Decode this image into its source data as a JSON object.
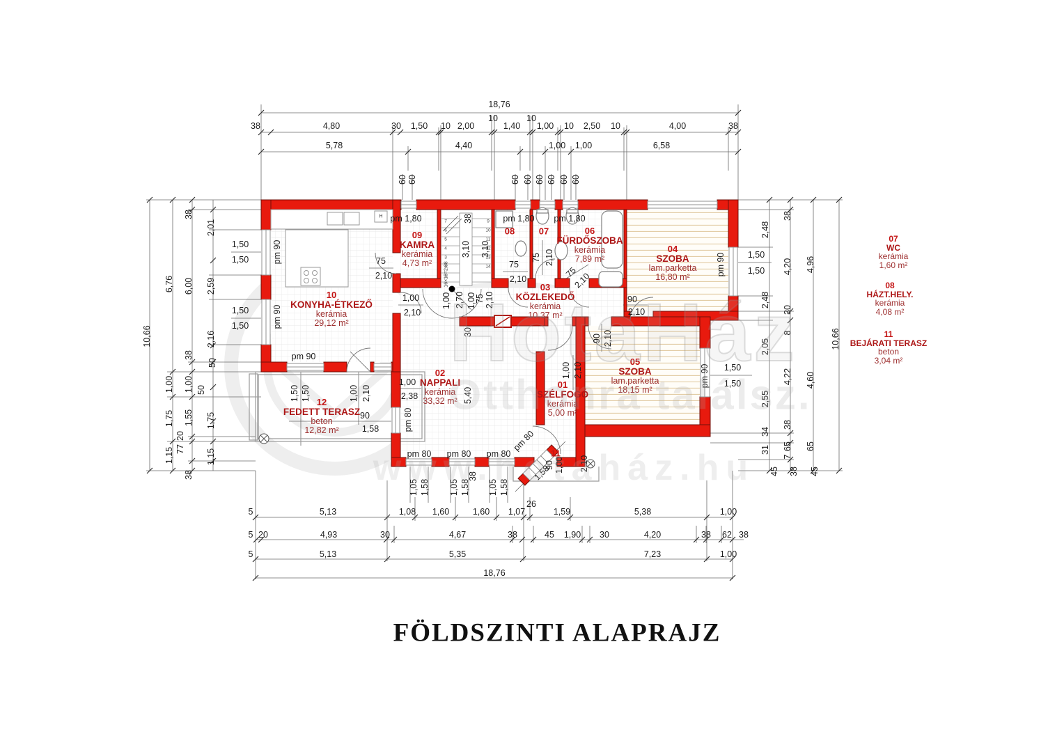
{
  "title": "FÖLDSZINTI  ALAPRAJZ",
  "watermark": {
    "brand": "HotaHáz",
    "slogan": "Otthonra találsz.",
    "url": "www.hotaház.hu"
  },
  "strings": {
    "pm90": "pm 90",
    "pm180": "pm 1,80",
    "pm80": "pm 80",
    "d60": "60",
    "d75": "75",
    "d90": "90",
    "d100": "1,00",
    "d105": "1,05",
    "d150": "1,50",
    "d158": "1,58",
    "d210": "2,10",
    "d238": "2,38",
    "d270": "2,70",
    "d30": "30",
    "d38": "38",
    "d310": "3,10",
    "d540": "5,40",
    "stair": "16×18=2,88",
    "hood": "H"
  },
  "dims": {
    "top": {
      "total": "18,76",
      "row2": [
        "38",
        "4,80",
        "30",
        "1,50",
        "10",
        "2,00",
        "10",
        "1,40",
        "10",
        "1,00",
        "10",
        "2,50",
        "10",
        "4,00",
        "38"
      ],
      "row3": [
        "5,78",
        "4,40",
        "1,00",
        "1,00",
        "6,58"
      ]
    },
    "bottom": {
      "r1": [
        "5",
        "5,13",
        "1,08",
        "1,60",
        "1,60",
        "1,07",
        "1,59",
        "5,38",
        "1,00"
      ],
      "r26": "26",
      "r2": [
        "5",
        "20",
        "4,93",
        "30",
        "4,67",
        "38",
        "45",
        "1,90",
        "30",
        "4,20",
        "38",
        "62",
        "38"
      ],
      "r3": [
        "5",
        "5,13",
        "5,35",
        "7,23",
        "1,00"
      ],
      "total": "18,76"
    },
    "left": {
      "c1": "10,66",
      "c2": [
        "6,76",
        "1,00",
        "1,75",
        "1,15"
      ],
      "c3": [
        "38",
        "6,00",
        "38",
        "1,00",
        "1,55",
        "20",
        "77",
        "38"
      ],
      "c4": [
        "2,01",
        "2,59",
        "2,16",
        "50",
        "50",
        "1,75",
        "1,15"
      ]
    },
    "right": {
      "c1": [
        "2,48",
        "2,48",
        "2,05",
        "2,55",
        "34",
        "31",
        "45"
      ],
      "c2": [
        "38",
        "4,20",
        "30",
        "8",
        "4,22",
        "38",
        "65",
        "7",
        "38"
      ],
      "c3": [
        "4,96",
        "4,60",
        "65",
        "45"
      ],
      "c4": "10,66"
    }
  },
  "rooms": {
    "r10": {
      "num": "10",
      "name": "KONYHA-ÉTKEZŐ",
      "mat": "kerámia",
      "area": "29,12 m²"
    },
    "r09": {
      "num": "09",
      "name": "KAMRA",
      "mat": "kerámia",
      "area": "4,73 m²"
    },
    "r06": {
      "num": "06",
      "name": "FÜRDŐSZOBA",
      "mat": "kerámia",
      "area": "7,89 m²"
    },
    "r04": {
      "num": "04",
      "name": "SZOBA",
      "mat": "lam.parketta",
      "area": "16,80 m²"
    },
    "r03": {
      "num": "03",
      "name": "KÖZLEKEDŐ",
      "mat": "kerámia",
      "area": "10,37 m²"
    },
    "r02": {
      "num": "02",
      "name": "NAPPALI",
      "mat": "kerámia",
      "area": "33,32 m²"
    },
    "r01": {
      "num": "01",
      "name": "SZÉLFOGÓ",
      "mat": "kerámia",
      "area": "5,00 m²"
    },
    "r05": {
      "num": "05",
      "name": "SZOBA",
      "mat": "lam.parketta",
      "area": "18,15 m²"
    },
    "r12": {
      "num": "12",
      "name": "FEDETT TERASZ",
      "mat": "beton",
      "area": "12,82 m²"
    },
    "n08": "08",
    "n07": "07",
    "n11": "11"
  },
  "legend": [
    {
      "num": "07",
      "name": "WC",
      "mat": "kerámia",
      "area": "1,60 m²"
    },
    {
      "num": "08",
      "name": "HÁZT.HELY.",
      "mat": "kerámia",
      "area": "4,08 m²"
    },
    {
      "num": "11",
      "name": "BEJÁRATI TERASZ",
      "mat": "beton",
      "area": "3,04 m²"
    }
  ],
  "stairs": {
    "left": [
      "7",
      "6",
      "5",
      "4",
      "3",
      "2",
      "1"
    ],
    "right": [
      "9",
      "10",
      "11",
      "12",
      "13",
      "14"
    ]
  }
}
